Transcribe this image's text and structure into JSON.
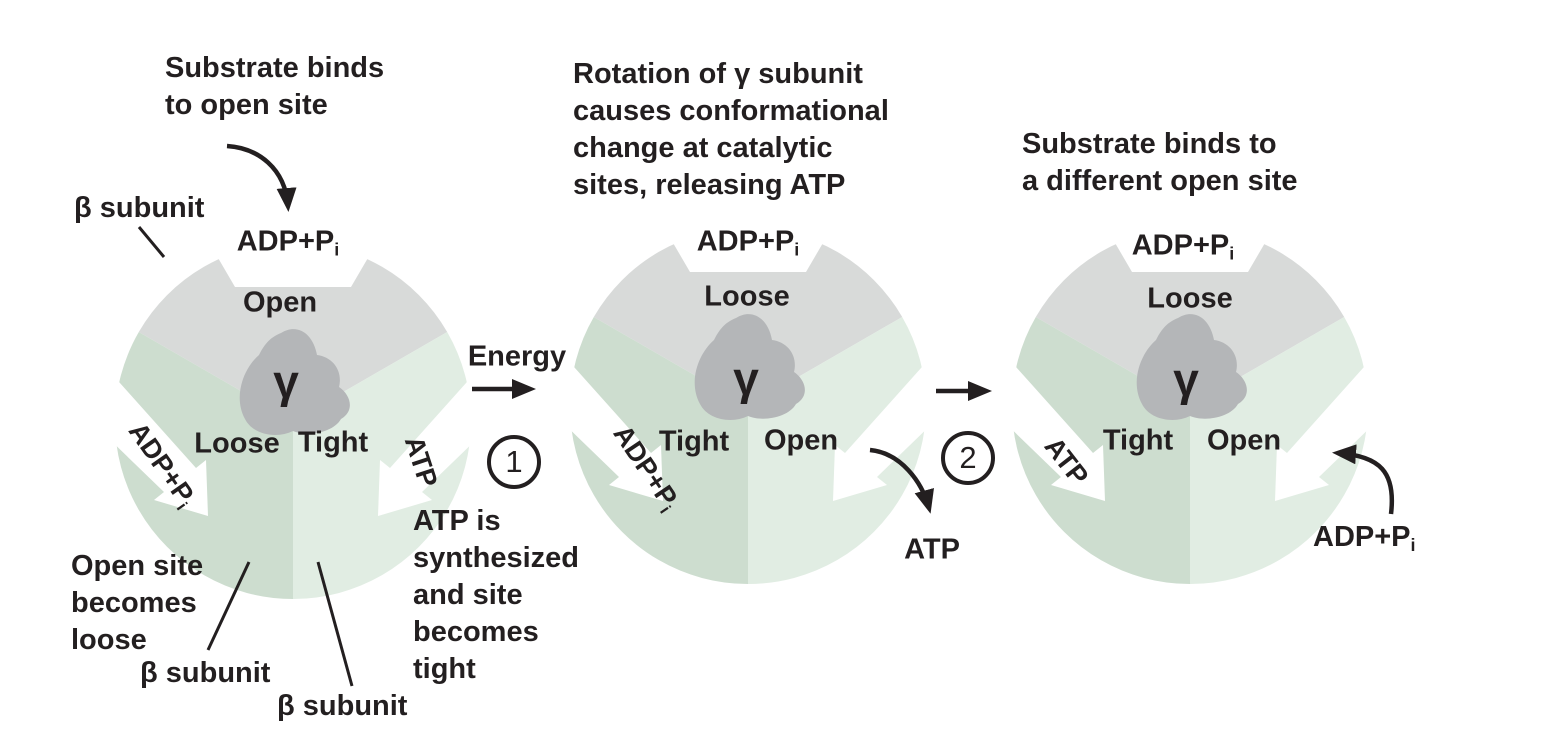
{
  "colors": {
    "ink": "#231f20",
    "sector_top_gray": "#d8dad9",
    "sector_bottom_left_green": "#cdddcf",
    "sector_bottom_right_green": "#e1ede3",
    "gamma_blob_gray": "#b4b6b8",
    "background": "#ffffff"
  },
  "annotations": {
    "substrate_open": {
      "l1": "Substrate binds",
      "l2": "to open site"
    },
    "beta_top": "β subunit",
    "open_site": {
      "l1": "Open site",
      "l2": "becomes",
      "l3": "loose"
    },
    "beta_bottom_left": "β subunit",
    "beta_bottom_right": "β subunit",
    "energy": "Energy",
    "step1_num": "1",
    "step1_text": {
      "l1": "ATP is",
      "l2": "synthesized",
      "l3": "and site",
      "l4": "becomes",
      "l5": "tight"
    },
    "rotation": {
      "l1": "Rotation of γ subunit",
      "l2": "causes conformational",
      "l3": "change at catalytic",
      "l4": "sites, releasing ATP"
    },
    "step2_num": "2",
    "atp_released": "ATP",
    "substrate_different": {
      "l1": "Substrate binds to",
      "l2": "a different open site"
    },
    "adp_pi_right": {
      "main": "ADP+P",
      "sub": "i"
    }
  },
  "diagrams": [
    {
      "top_substrate": {
        "main": "ADP+P",
        "sub": "i"
      },
      "sectors": {
        "top": "Open",
        "bottom_left": "Loose",
        "bottom_right": "Tight"
      },
      "gamma": "γ",
      "left_wedge_label": {
        "main": "ADP+P",
        "sub": "i"
      },
      "right_wedge_label": {
        "main": "ATP",
        "sub": ""
      }
    },
    {
      "top_substrate": {
        "main": "ADP+P",
        "sub": "i"
      },
      "sectors": {
        "top": "Loose",
        "bottom_left": "Tight",
        "bottom_right": "Open"
      },
      "gamma": "γ",
      "left_wedge_label": {
        "main": "ADP+P",
        "sub": "i"
      }
    },
    {
      "top_substrate": {
        "main": "ADP+P",
        "sub": "i"
      },
      "sectors": {
        "top": "Loose",
        "bottom_left": "Tight",
        "bottom_right": "Open"
      },
      "gamma": "γ",
      "left_wedge_label": {
        "main": "ATP",
        "sub": ""
      }
    }
  ]
}
